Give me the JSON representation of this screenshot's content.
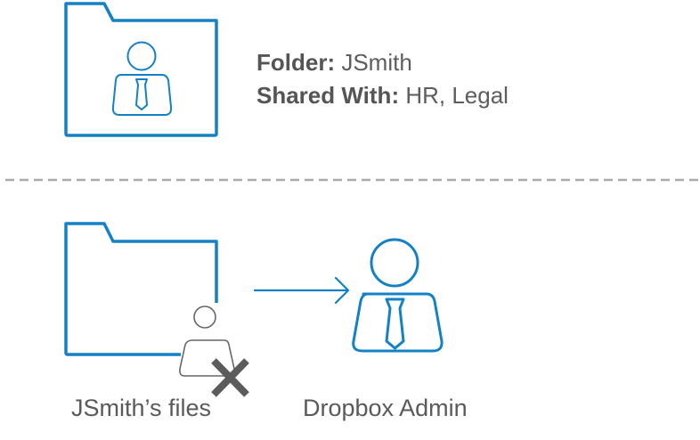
{
  "colors": {
    "accent": "#1581c5",
    "removed_user": "#666666",
    "removed_mark": "#5b5b5b",
    "divider": "#aaaaaa",
    "text": "#5a5a5a"
  },
  "top_section": {
    "folder_icon": "folder-with-user-icon",
    "folder_label": "Folder:",
    "folder_value": "JSmith",
    "shared_label": "Shared With:",
    "shared_value": "HR, Legal"
  },
  "bottom_section": {
    "source": {
      "icon": "folder-icon",
      "user_icon": "user-removed-icon",
      "mark_icon": "x-mark-icon",
      "caption": "JSmith’s files"
    },
    "arrow_icon": "arrow-right-icon",
    "target": {
      "icon": "admin-user-icon",
      "caption": "Dropbox Admin"
    }
  }
}
